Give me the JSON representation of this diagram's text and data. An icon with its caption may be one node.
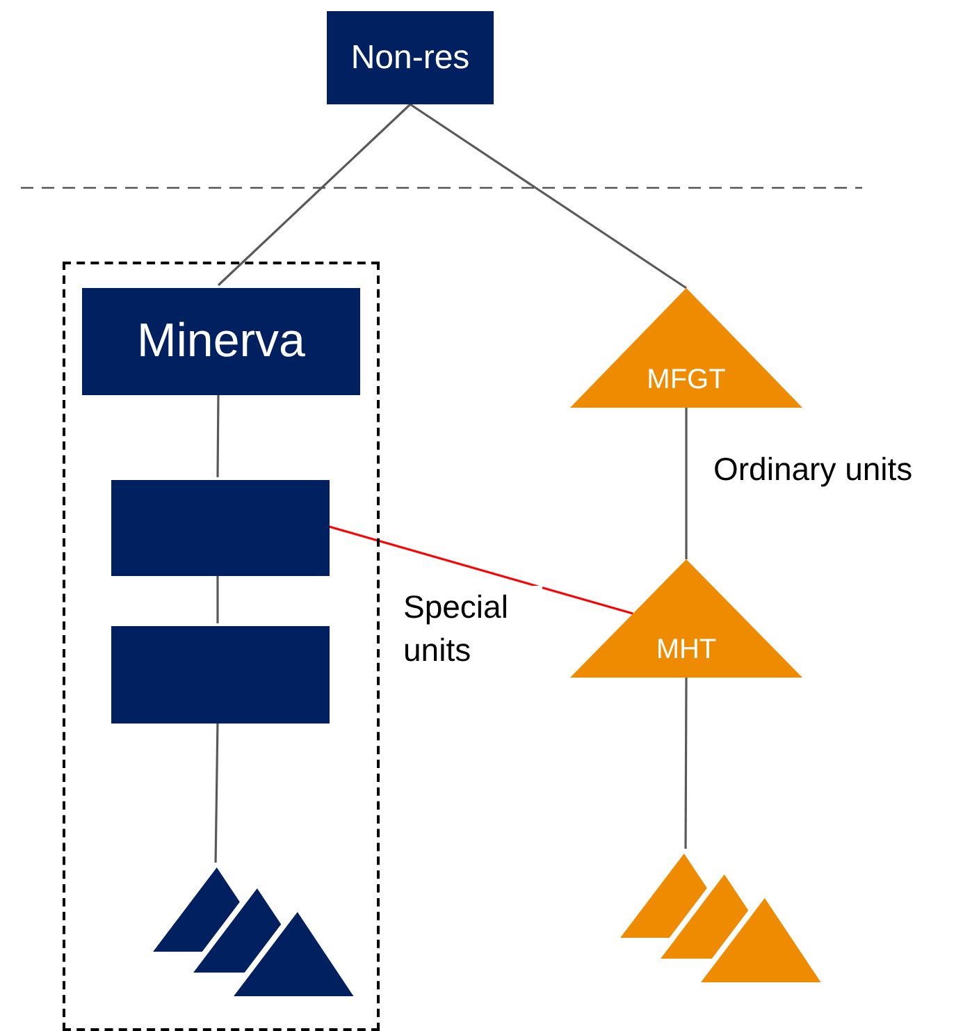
{
  "diagram": {
    "nodes": [
      {
        "text": [
          "Non-res"
        ]
      },
      {
        "text": [],
        "shape": "box"
      },
      {
        "text": [
          "Minerva"
        ],
        "in": 1
      },
      {
        "text": [],
        "shape": "box",
        "in": 1
      },
      {
        "text": [],
        "shape": "box",
        "in": 1
      },
      {
        "text": [],
        "shape": "triangle",
        "in": 1
      },
      {
        "text": [
          "MFGT"
        ]
      },
      {
        "text": [
          "MHT"
        ]
      },
      {
        "text": [],
        "shape": "triangle"
      }
    ],
    "edges": [
      {
        "from": 0,
        "to": 2,
        "arrow": "none"
      },
      {
        "from": 0,
        "to": 6,
        "arrow": "none"
      },
      {
        "from": 2,
        "to": 3,
        "arrow": "none"
      },
      {
        "from": 3,
        "to": 4,
        "arrow": "none"
      },
      {
        "from": 4,
        "to": 5,
        "arrow": "none"
      },
      {
        "from": 6,
        "to": 7,
        "arrow": "none",
        "label": "Ordinary units"
      },
      {
        "from": 3,
        "to": 7,
        "arrow": "none",
        "label": "Special units",
        "color": "#ff0000"
      },
      {
        "from": 7,
        "to": 8,
        "arrow": "none"
      }
    ]
  }
}
